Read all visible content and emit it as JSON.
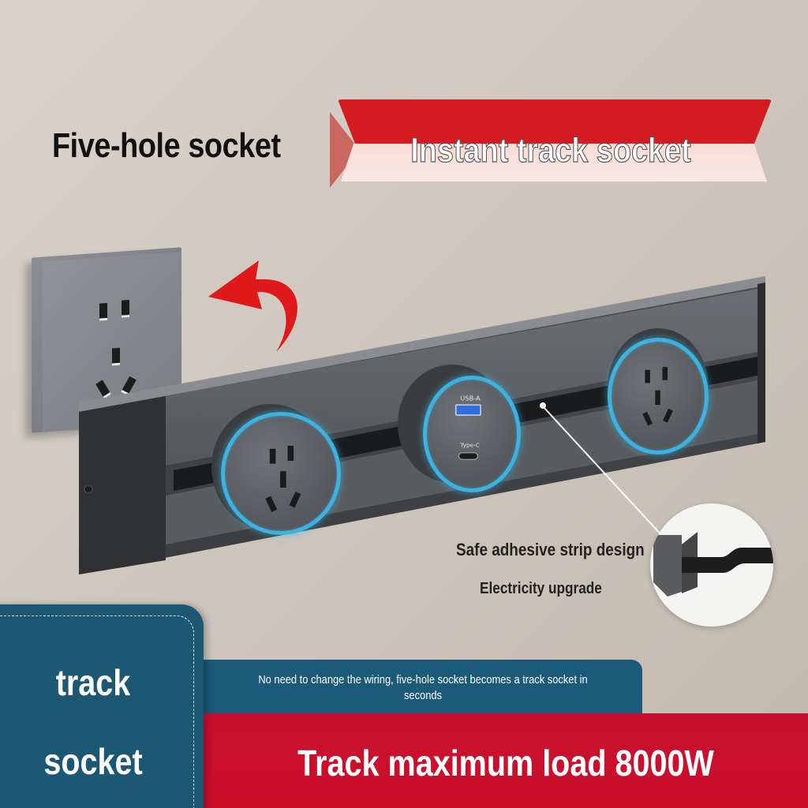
{
  "header": {
    "left_title": "Five-hole socket",
    "banner_title": "Instant track socket"
  },
  "colors": {
    "banner_red": "#d41c20",
    "accent_blue_glow": "#3cb2e0",
    "teal_panel": "#1c5874",
    "bottom_red": "#c8102e",
    "background": "#d2cbc3"
  },
  "product": {
    "wall_socket_icon": "five-hole-socket",
    "arrow_icon": "curved-arrow-left",
    "pucks": [
      {
        "type": "five-hole-socket"
      },
      {
        "type": "usb-module",
        "usb_a_label": "USB-A",
        "usb_c_label": "Type-C"
      },
      {
        "type": "five-hole-socket"
      }
    ]
  },
  "callouts": {
    "line1": "Safe adhesive strip design",
    "line2": "Electricity upgrade"
  },
  "bottom": {
    "side_word_1": "track",
    "side_word_2": "socket",
    "subtitle": "No need to change the wiring, five-hole socket becomes a track socket in seconds",
    "headline": "Track maximum load 8000W"
  }
}
